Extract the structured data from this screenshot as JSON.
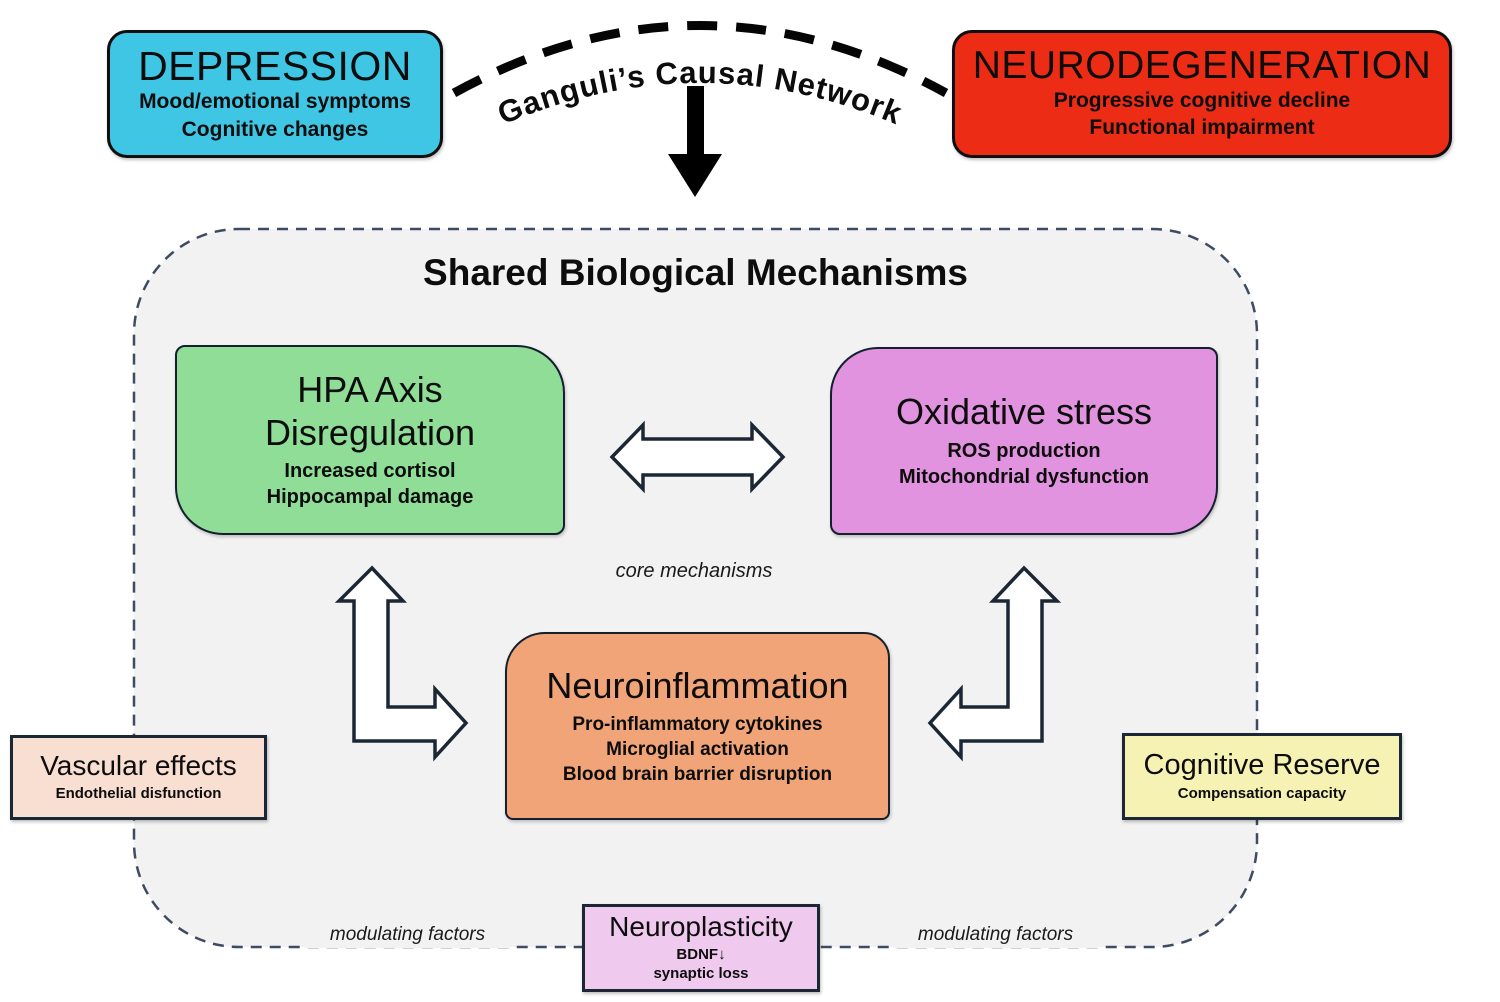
{
  "top": {
    "depression": {
      "title": "DEPRESSION",
      "line1": "Mood/emotional symptoms",
      "line2": "Cognitive changes"
    },
    "neurodegeneration": {
      "title": "NEURODEGENERATION",
      "line1": "Progressive cognitive decline",
      "line2": "Functional impairment"
    },
    "arc_label": "Ganguli’s Causal Network"
  },
  "shared": {
    "title": "Shared Biological Mechanisms",
    "core_label": "core mechanisms",
    "hpa": {
      "title_line1": "HPA Axis",
      "title_line2": "Disregulation",
      "line1": "Increased cortisol",
      "line2": "Hippocampal damage"
    },
    "oxidative": {
      "title": "Oxidative stress",
      "line1": "ROS production",
      "line2": "Mitochondrial dysfunction"
    },
    "neuroinflammation": {
      "title": "Neuroinflammation",
      "line1": "Pro-inflammatory cytokines",
      "line2": "Microglial activation",
      "line3": "Blood brain barrier disruption"
    }
  },
  "modulators": {
    "label_left": "modulating factors",
    "label_right": "modulating factors",
    "vascular": {
      "title": "Vascular effects",
      "line1": "Endothelial disfunction"
    },
    "cognitive_reserve": {
      "title": "Cognitive Reserve",
      "line1": "Compensation capacity"
    },
    "neuroplasticity": {
      "title": "Neuroplasticity",
      "line1": "BDNF↓",
      "line2": "synaptic loss"
    }
  },
  "colors": {
    "depression_box": "#3fc6e4",
    "neurodegeneration_box": "#ec2c15",
    "hpa_box": "#8fdd97",
    "oxidative_box": "#e193df",
    "neuroinflammation_box": "#f0a477",
    "vascular_box": "#f8dfd2",
    "cognitive_reserve_box": "#f5f2b3",
    "neuroplasticity_box": "#efcaee",
    "container_fill": "#f2f2f2",
    "container_dash_border": "#3e4c63",
    "arrow_fill": "#ffffff",
    "arrow_outline": "#1c2736",
    "solid_arrow": "#000000"
  }
}
